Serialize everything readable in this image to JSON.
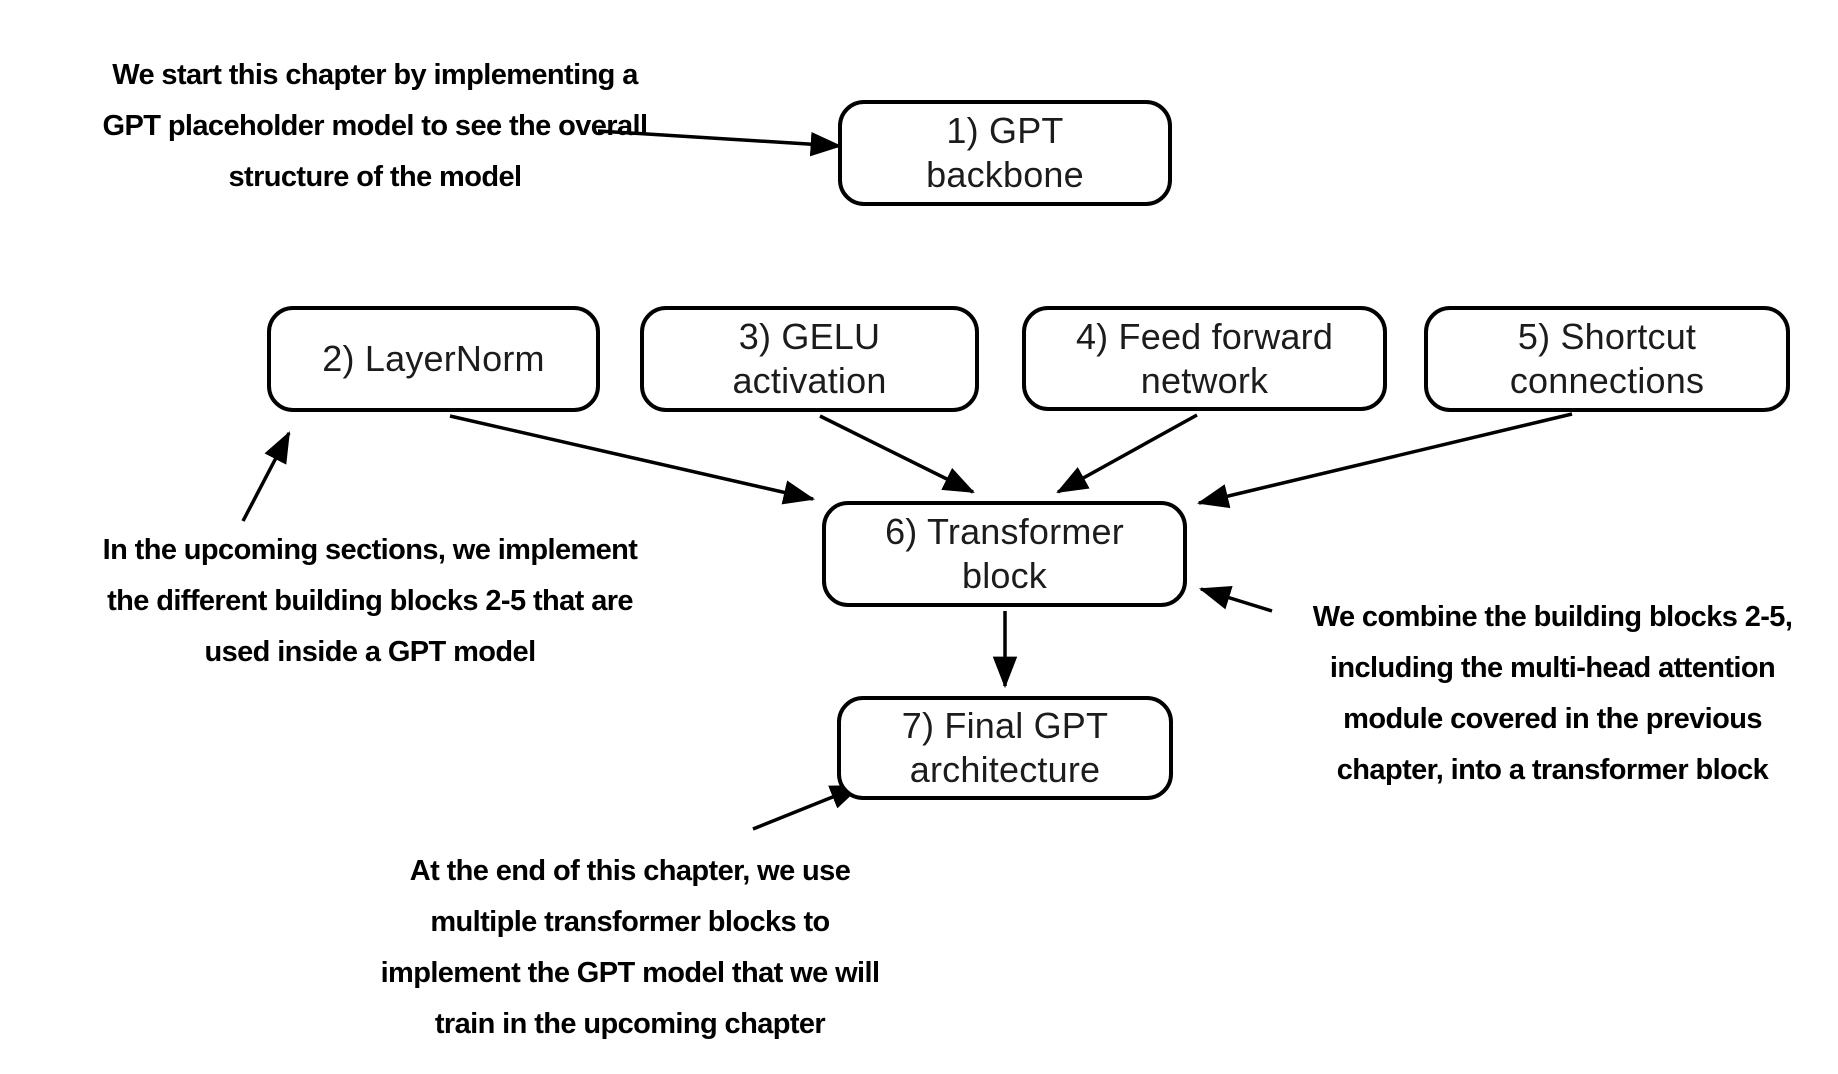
{
  "diagram": {
    "background_color": "#ffffff",
    "stroke_color": "#000000"
  },
  "boxes": [
    {
      "id": "gpt-backbone",
      "lines": [
        "1) GPT",
        "backbone"
      ]
    },
    {
      "id": "layernorm",
      "lines": [
        "2) LayerNorm"
      ]
    },
    {
      "id": "gelu-activation",
      "lines": [
        "3) GELU",
        "activation"
      ]
    },
    {
      "id": "feed-forward-network",
      "lines": [
        "4) Feed forward",
        "network"
      ]
    },
    {
      "id": "shortcut-connections",
      "lines": [
        "5) Shortcut",
        "connections"
      ]
    },
    {
      "id": "transformer-block",
      "lines": [
        "6) Transformer",
        "block"
      ]
    },
    {
      "id": "final-gpt-architecture",
      "lines": [
        "7) Final GPT",
        "architecture"
      ]
    }
  ],
  "annotations": [
    {
      "id": "start",
      "lines": [
        "We start this chapter by implementing a",
        "GPT placeholder model to see the overall",
        "structure of the model"
      ]
    },
    {
      "id": "building-blocks",
      "lines": [
        "In the upcoming sections, we implement",
        "the different building blocks 2-5 that are",
        "used inside a GPT model"
      ]
    },
    {
      "id": "combine",
      "lines": [
        "We combine the building blocks 2-5,",
        "including the multi-head attention",
        "module covered in the previous",
        "chapter, into a transformer block"
      ]
    },
    {
      "id": "end",
      "lines": [
        "At the end of this chapter, we use",
        "multiple transformer blocks to",
        "implement the GPT model that we will",
        "train in the upcoming chapter"
      ]
    }
  ]
}
